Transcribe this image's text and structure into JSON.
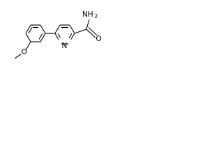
{
  "structure": {
    "atoms": {
      "methoxy_methyl": "",
      "methoxy_oxygen": "O",
      "pyridine_nitrogen": "N",
      "amide_nitrogen": "NH",
      "amide_nitrogen_subscript": "2",
      "amide_oxygen": "O"
    },
    "line_color": "#000000",
    "background_color": "#ffffff"
  }
}
